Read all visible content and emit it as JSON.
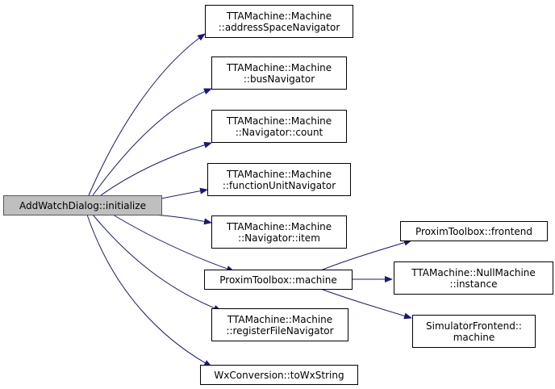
{
  "diagram": {
    "type": "call-graph",
    "colors": {
      "edge": "#191970",
      "node_border": "#000000",
      "root_fill": "#bfbfbf",
      "node_fill": "#ffffff"
    },
    "nodes": {
      "initialize": {
        "lines": [
          "AddWatchDialog::initialize"
        ]
      },
      "addressSpaceNavigator": {
        "lines": [
          "TTAMachine::Machine",
          "::addressSpaceNavigator"
        ]
      },
      "busNavigator": {
        "lines": [
          "TTAMachine::Machine",
          "::busNavigator"
        ]
      },
      "count": {
        "lines": [
          "TTAMachine::Machine",
          "::Navigator::count"
        ]
      },
      "functionUnitNavigator": {
        "lines": [
          "TTAMachine::Machine",
          "::functionUnitNavigator"
        ]
      },
      "item": {
        "lines": [
          "TTAMachine::Machine",
          "::Navigator::item"
        ]
      },
      "machine": {
        "lines": [
          "ProximToolbox::machine"
        ]
      },
      "registerFileNavigator": {
        "lines": [
          "TTAMachine::Machine",
          "::registerFileNavigator"
        ]
      },
      "toWxString": {
        "lines": [
          "WxConversion::toWxString"
        ]
      },
      "frontend": {
        "lines": [
          "ProximToolbox::frontend"
        ]
      },
      "nullInstance": {
        "lines": [
          "TTAMachine::NullMachine",
          "::instance"
        ]
      },
      "simMachine": {
        "lines": [
          "SimulatorFrontend::",
          "machine"
        ]
      }
    },
    "edges": [
      {
        "from": "initialize",
        "to": "addressSpaceNavigator"
      },
      {
        "from": "initialize",
        "to": "busNavigator"
      },
      {
        "from": "initialize",
        "to": "count"
      },
      {
        "from": "initialize",
        "to": "functionUnitNavigator"
      },
      {
        "from": "initialize",
        "to": "item"
      },
      {
        "from": "initialize",
        "to": "machine"
      },
      {
        "from": "initialize",
        "to": "registerFileNavigator"
      },
      {
        "from": "initialize",
        "to": "toWxString"
      },
      {
        "from": "machine",
        "to": "frontend"
      },
      {
        "from": "machine",
        "to": "nullInstance"
      },
      {
        "from": "machine",
        "to": "simMachine"
      }
    ]
  }
}
